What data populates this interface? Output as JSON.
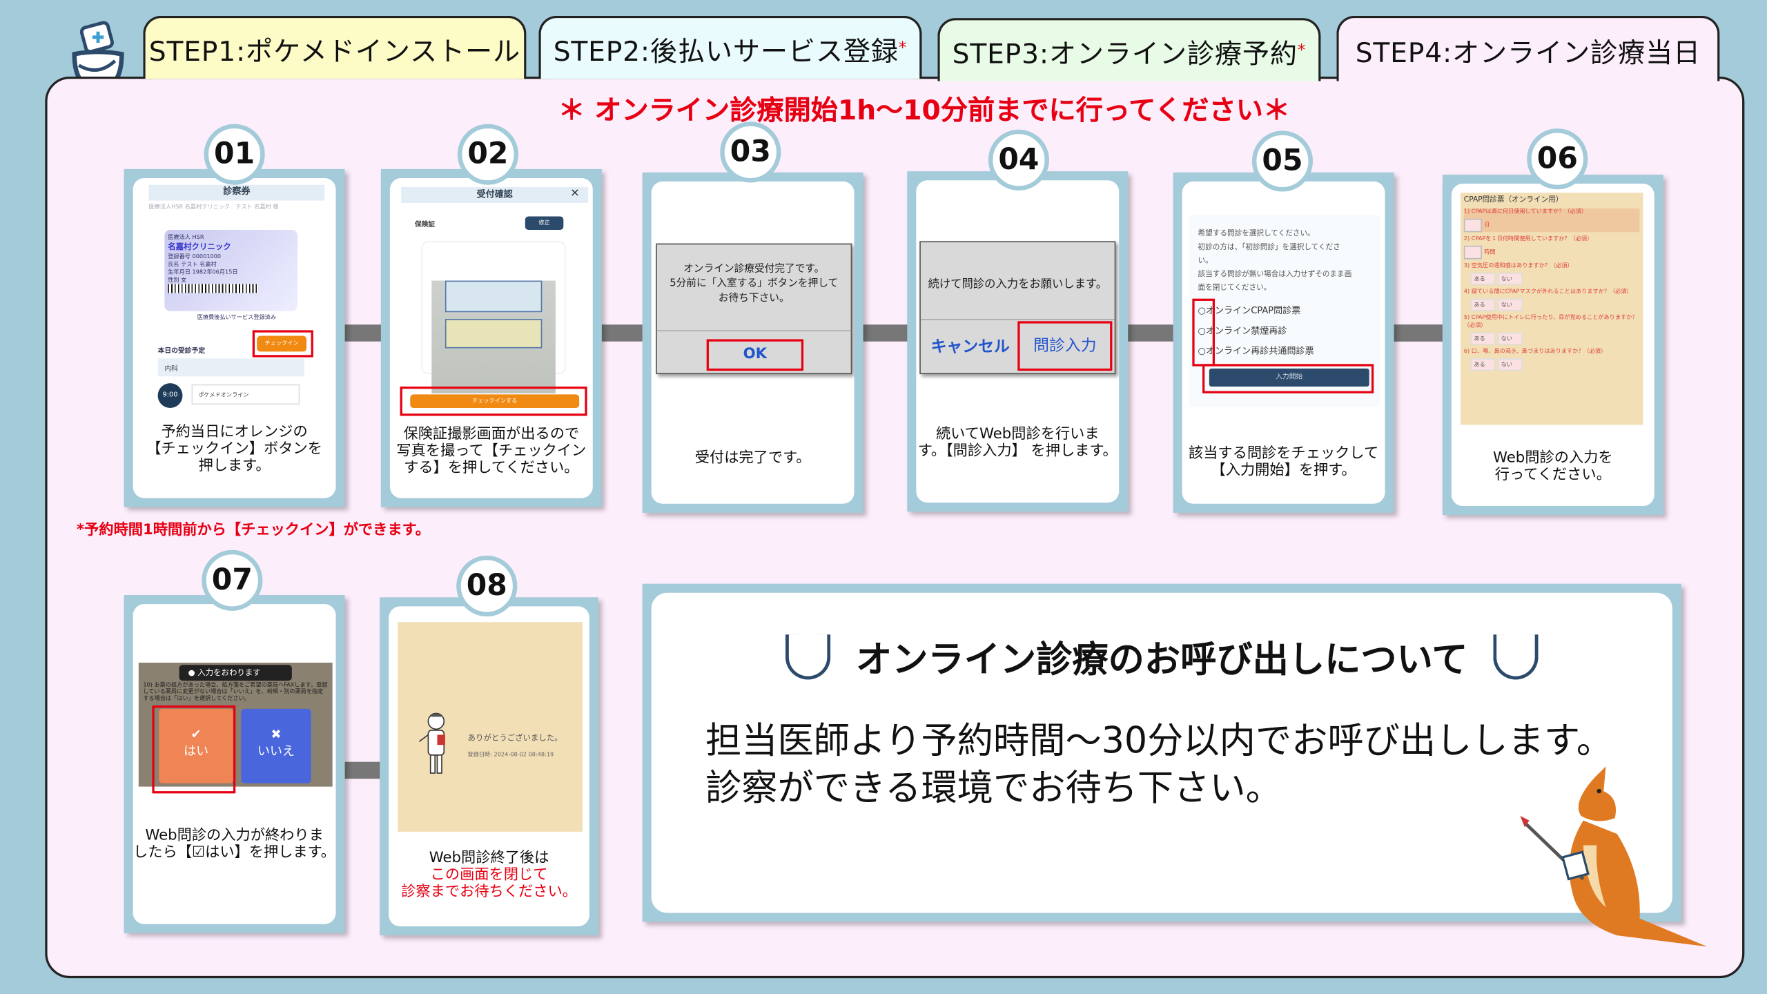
{
  "tabs": [
    {
      "label": "STEP1:ポケメドインストール",
      "color": "#fdfbc6"
    },
    {
      "label": "STEP2:後払いサービス登録",
      "color": "#e9fbfc",
      "mark": "*"
    },
    {
      "label": "STEP3:オンライン診療予約",
      "color": "#e8fbe6",
      "mark": "*"
    },
    {
      "label": "STEP4:オンライン診療当日",
      "color": "#fdeefc",
      "active": true
    }
  ],
  "header": "＊ オンライン診療開始1h～10分前までに行ってください＊",
  "note": "*予約時間1時間前から【チェックイン】ができます。",
  "steps": [
    {
      "num": "01",
      "caption": [
        "予約当日にオレンジの",
        "【チェックイン】ボタンを",
        "押します。"
      ],
      "screen": {
        "title": "診察券",
        "clinic_line": "医療法人HSR 名嘉村クリニック　テスト 名嘉村 様",
        "card_org": "医療法人 HSR",
        "card_clinic": "名嘉村クリニック",
        "card_id_label": "登録番号",
        "card_id": "00001000",
        "card_name_label": "氏名",
        "card_name": "テスト 名嘉村",
        "card_dob_label": "生年月日",
        "card_dob": "1982年06月15日",
        "card_sex_label": "性別",
        "card_sex": "女",
        "registered": "医療費後払いサービス登録済み",
        "checkin": "チェックイン",
        "today": "本日の受診予定",
        "dept": "内科",
        "time": "9:00",
        "service": "ポケメドオンライン"
      }
    },
    {
      "num": "02",
      "caption": [
        "保険証撮影画面が出るので",
        "写真を撮って【チェックイン",
        "する】を押してください。"
      ],
      "screen": {
        "title": "受付確認",
        "close": "×",
        "label": "保険証",
        "edit": "修正",
        "checkin": "チェックインする"
      }
    },
    {
      "num": "03",
      "caption": [
        "受付は完了です。"
      ],
      "screen": {
        "message": [
          "オンライン診療受付完了です。",
          "5分前に「入室する」ボタンを押して",
          "お待ち下さい。"
        ],
        "ok": "OK"
      }
    },
    {
      "num": "04",
      "caption": [
        "続いてWeb問診を行いま",
        "す。【問診入力】 を押します。"
      ],
      "screen": {
        "message": "続けて問診の入力をお願いします。",
        "cancel": "キャンセル",
        "input": "問診入力"
      }
    },
    {
      "num": "05",
      "caption": [
        "該当する問診をチェックして",
        "【入力開始】を押す。"
      ],
      "screen": {
        "intro": [
          "希望する問診を選択してください。",
          "初診の方は、「初診問診」を選択してくださ",
          "い。",
          "該当する問診が無い場合は入力せずそのまま画",
          "面を閉じてください。"
        ],
        "options": [
          "オンラインCPAP問診票",
          "オンライン禁煙再診",
          "オンライン再診共通問診票"
        ],
        "start": "入力開始"
      }
    },
    {
      "num": "06",
      "caption": [
        "Web問診の入力を",
        "行ってください。"
      ],
      "screen": {
        "title": "CPAP問診票（オンライン用）",
        "questions": [
          {
            "q": "1) CPAPは週に何日使用していますか？（必須）",
            "unit": "日"
          },
          {
            "q": "2) CPAPを１日何時間使用していますか？（必須）",
            "unit": "時間"
          },
          {
            "q": "3) 空気圧の違和感はありますか？（必須）",
            "choices": [
              "ある",
              "ない"
            ]
          },
          {
            "q": "4) 寝ている間にCPAPマスクが外れることはありますか？（必須）",
            "choices": [
              "ある",
              "ない"
            ]
          },
          {
            "q": "5) CPAP使用中にトイレに行ったり、目が覚めることがありますか？（必須）",
            "choices": [
              "ある",
              "ない"
            ]
          },
          {
            "q": "6) 口、喉、鼻の渇き、鼻づまりはありますか？（必須）",
            "choices": [
              "ある",
              "ない"
            ]
          }
        ]
      }
    },
    {
      "num": "07",
      "caption": [
        "Web問診の入力が終わりま",
        "したら【☑はい】を押します。"
      ],
      "screen": {
        "toast": "入力をおわります",
        "yes": "はい",
        "no": "いいえ",
        "bg_text": "10) お薬の処方があった場合、処方箋をご希望の薬局へFAXします。登録している薬局に変更がない場合は「いいえ」を、新規・別の薬局を指定する場合は「はい」を選択してください。"
      }
    },
    {
      "num": "08",
      "caption": [
        "Web問診終了後は"
      ],
      "caption_red": [
        "この画面を閉じて",
        "診察までお待ちください。"
      ],
      "screen": {
        "thanks": "ありがとうございました。",
        "date": "登録日時: 2024-08-02 08:48:19"
      }
    }
  ],
  "callout": {
    "title": "オンライン診療のお呼び出しについて",
    "body": [
      "担当医師より予約時間～30分以内でお呼び出しします。",
      "診察ができる環境でお待ち下さい。"
    ]
  },
  "colors": {
    "background": "#a4cbd9",
    "panel": "#fdeefc",
    "accent_red": "#e60012",
    "orange": "#f08a12",
    "navy": "#2c4a6b"
  }
}
